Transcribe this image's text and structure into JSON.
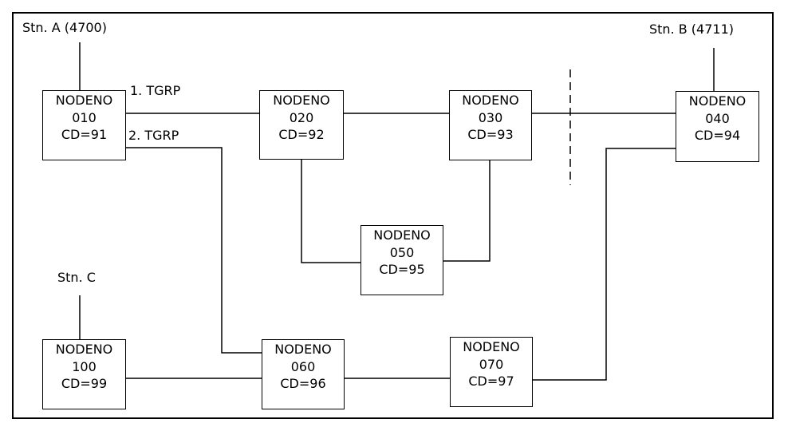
{
  "stations": {
    "a": "Stn. A (4700)",
    "b": "Stn. B (4711)",
    "c": "Stn. C"
  },
  "trunk_groups": {
    "tgrp1": "1. TGRP",
    "tgrp2": "2. TGRP"
  },
  "nodes": {
    "n010": {
      "title": "NODENO",
      "number": "010",
      "cd": "CD=91"
    },
    "n020": {
      "title": "NODENO",
      "number": "020",
      "cd": "CD=92"
    },
    "n030": {
      "title": "NODENO",
      "number": "030",
      "cd": "CD=93"
    },
    "n040": {
      "title": "NODENO",
      "number": "040",
      "cd": "CD=94"
    },
    "n050": {
      "title": "NODENO",
      "number": "050",
      "cd": "CD=95"
    },
    "n060": {
      "title": "NODENO",
      "number": "060",
      "cd": "CD=96"
    },
    "n070": {
      "title": "NODENO",
      "number": "070",
      "cd": "CD=97"
    },
    "n100": {
      "title": "NODENO",
      "number": "100",
      "cd": "CD=99"
    }
  },
  "colors": {
    "line": "#000000",
    "background": "#ffffff"
  }
}
